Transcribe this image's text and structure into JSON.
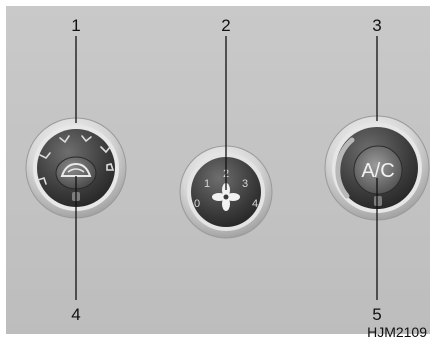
{
  "callouts": {
    "mode_dial": "1",
    "fan_dial": "2",
    "temp_dial": "3",
    "mode_button": "4",
    "ac_button": "5"
  },
  "fan_speed_dial": {
    "settings": [
      "0",
      "1",
      "2",
      "3",
      "4"
    ]
  },
  "ac_button": {
    "label": "A/C"
  },
  "figure_code": "HJM2109"
}
